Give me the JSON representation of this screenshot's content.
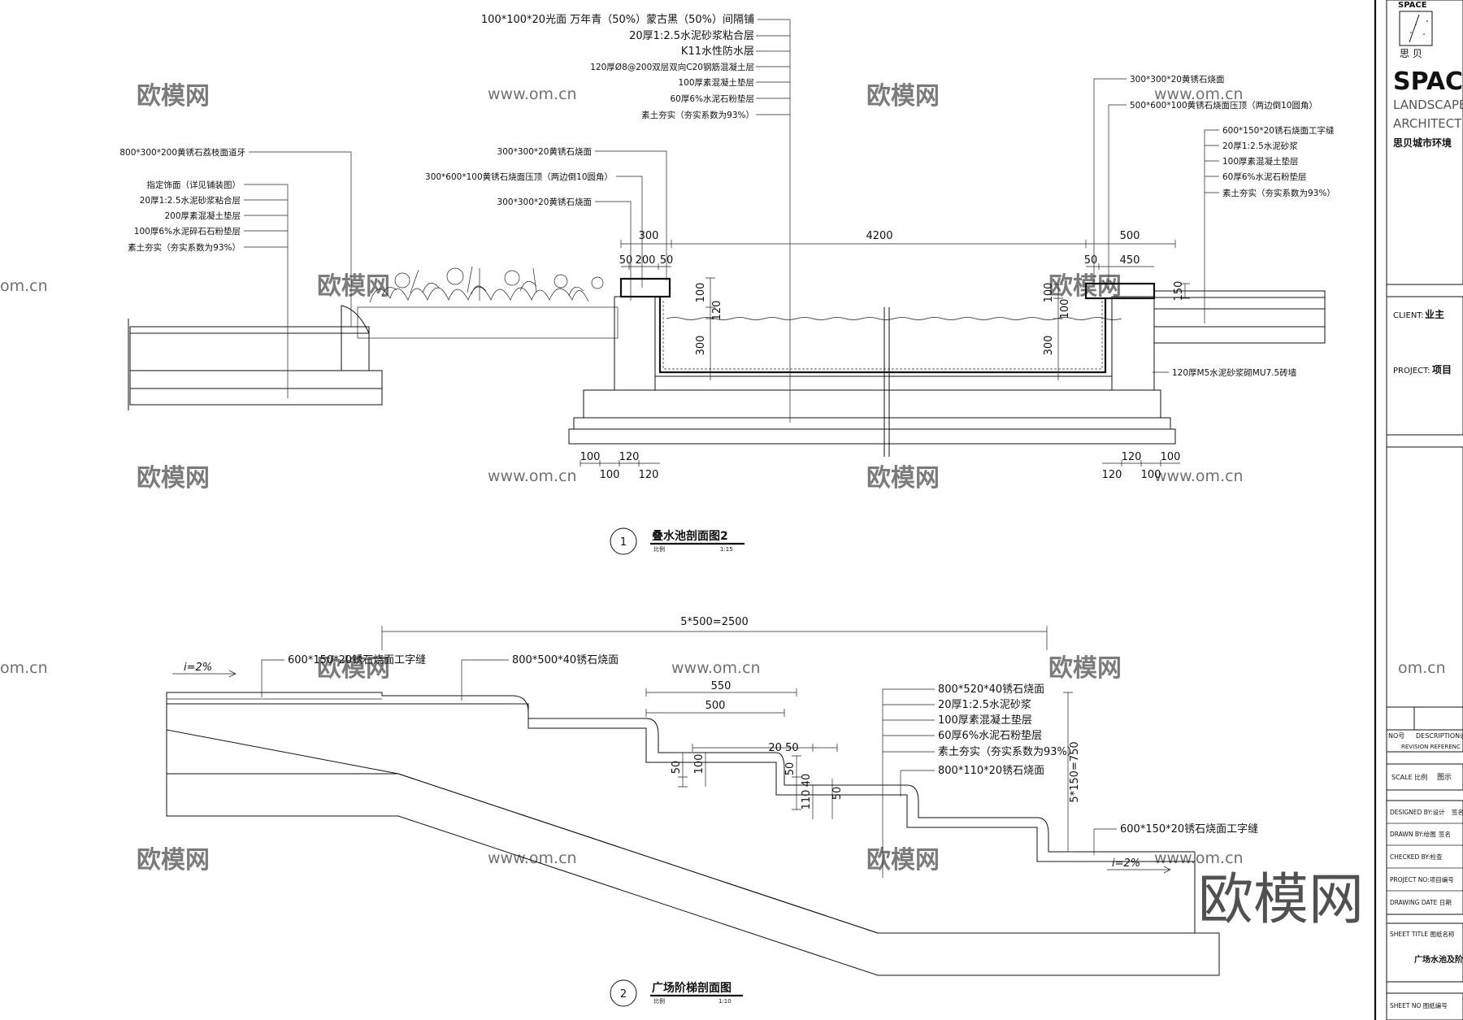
{
  "section1": {
    "number": "1",
    "title": "叠水池剖面图2",
    "scale_label": "比例",
    "scale": "1:15",
    "labels_top": [
      "100*100*20光面  万年青（50%）蒙古黑（50%）间隔铺",
      "20厚1:2.5水泥砂浆粘合层",
      "K11水性防水层",
      "120厚Ø8@200双层双向C20钢筋混凝土层",
      "100厚素混凝土垫层",
      "60厚6%水泥石粉垫层",
      "素土夯实（夯实系数为93%）"
    ],
    "labels_left_top": "800*300*200黄锈石荔枝面道牙",
    "labels_left": [
      "指定饰面（详见铺装图）",
      "20厚1:2.5水泥砂浆粘合层",
      "200厚素混凝土垫层",
      "100厚6%水泥碎石石粉垫层",
      "素土夯实（夯实系数为93%）"
    ],
    "labels_mid": [
      "300*300*20黄锈石烧面",
      "300*600*100黄锈石烧面压顶（两边倒10圆角）",
      "300*300*20黄锈石烧面"
    ],
    "labels_right_top": [
      "300*300*20黄锈石烧面",
      "500*600*100黄锈石烧面压顶（两边倒10圆角）"
    ],
    "labels_right": [
      "600*150*20锈石烧面工字缝",
      "20厚1:2.5水泥砂浆",
      "100厚素混凝土垫层",
      "60厚6%水泥石粉垫层",
      "素土夯实（夯实系数为93%）"
    ],
    "label_wall": "120厚M5水泥砂浆砌MU7.5砖墙",
    "dims": {
      "d300": "300",
      "d4200": "4200",
      "d500": "500",
      "d50a": "50",
      "d200": "200",
      "d50b": "50",
      "d50c": "50",
      "d450": "450",
      "v100a": "100",
      "v120": "120",
      "v300a": "300",
      "v100b": "100",
      "v100c": "100",
      "v300b": "300",
      "v150": "150",
      "b100a": "100",
      "b120a": "120",
      "b100b": "100",
      "b120b": "120",
      "b120c": "120",
      "b100c": "100",
      "b120d": "120",
      "b100d": "100"
    }
  },
  "section2": {
    "number": "2",
    "title": "广场阶梯剖面图",
    "scale_label": "比例",
    "scale": "1:10",
    "slope_left": "i=2%",
    "slope_right": "i=2%",
    "label_a": "600*150*20锈石烧面工字缝",
    "label_b": "800*500*40锈石烧面",
    "labels_right": [
      "800*520*40锈石烧面",
      "20厚1:2.5水泥砂浆",
      "100厚素混凝土垫层",
      "60厚6%水泥石粉垫层",
      "素土夯实（夯实系数为93%）"
    ],
    "label_c": "800*110*20锈石烧面",
    "label_d": "600*150*20锈石烧面工字缝",
    "dims": {
      "total": "5*500=2500",
      "d550": "550",
      "d500": "500",
      "d20_50": "20  50",
      "v50": "50",
      "v100": "100",
      "v50b": "50",
      "v40": "40",
      "v110": "110",
      "v50c": "50",
      "vtotal": "5*150=750"
    }
  },
  "title_block": {
    "logo_top": "SPACE",
    "logo_sub": "思  贝",
    "brand": "SPAC",
    "line1": "LANDSCAPE",
    "line2": "ARCHITECTUR",
    "company": "思贝城市环境",
    "client_label": "CLIENT:",
    "client_value": "业主",
    "project_label": "PROJECT:",
    "project_value": "项目",
    "no_label": "NO号",
    "desc_label": "DESCRIPTION说明",
    "rev_label": "REVISION REFERENC",
    "scale_label": "SCALE 比例",
    "scale_value": "图示",
    "designed": "DESIGNED BY:设计",
    "designed_sign": "签名",
    "drawn": "DRAWN BY:绘图",
    "drawn_sign": "签名",
    "checked": "CHECKED BY:检查",
    "project_no": "PROJECT NO:项目编号",
    "date": "DRAWING DATE  日期",
    "sheet_title_label": "SHEET TITLE  图纸名称",
    "sheet_title": "广场水池及阶",
    "sheet_no_label": "SHEET NO  图纸编号"
  },
  "watermarks": {
    "brand": "欧模网",
    "url": "www.om.cn",
    "url_short": "om.cn",
    "big": "欧模网"
  }
}
